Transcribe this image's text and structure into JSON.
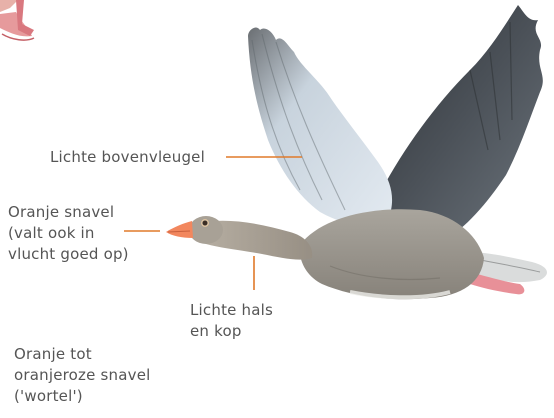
{
  "illustration": {
    "subject": "Grauwe gans in vlucht",
    "colors": {
      "leader_line": "#e07a2a",
      "label_text": "#555555",
      "beak": "#f2875e",
      "body": "#9a958c",
      "wing_light": "#c9d3dc",
      "wing_dark": "#4a4f55",
      "legs": "#e89098"
    }
  },
  "labels": {
    "upper_wing": "Lichte bovenvleugel",
    "beak_flight": "Oranje snavel\n(valt ook in\nvlucht goed op)",
    "neck_head": "Lichte hals\nen kop",
    "beak_color": "Oranje tot\noranjeroze snavel\n('wortel')"
  }
}
